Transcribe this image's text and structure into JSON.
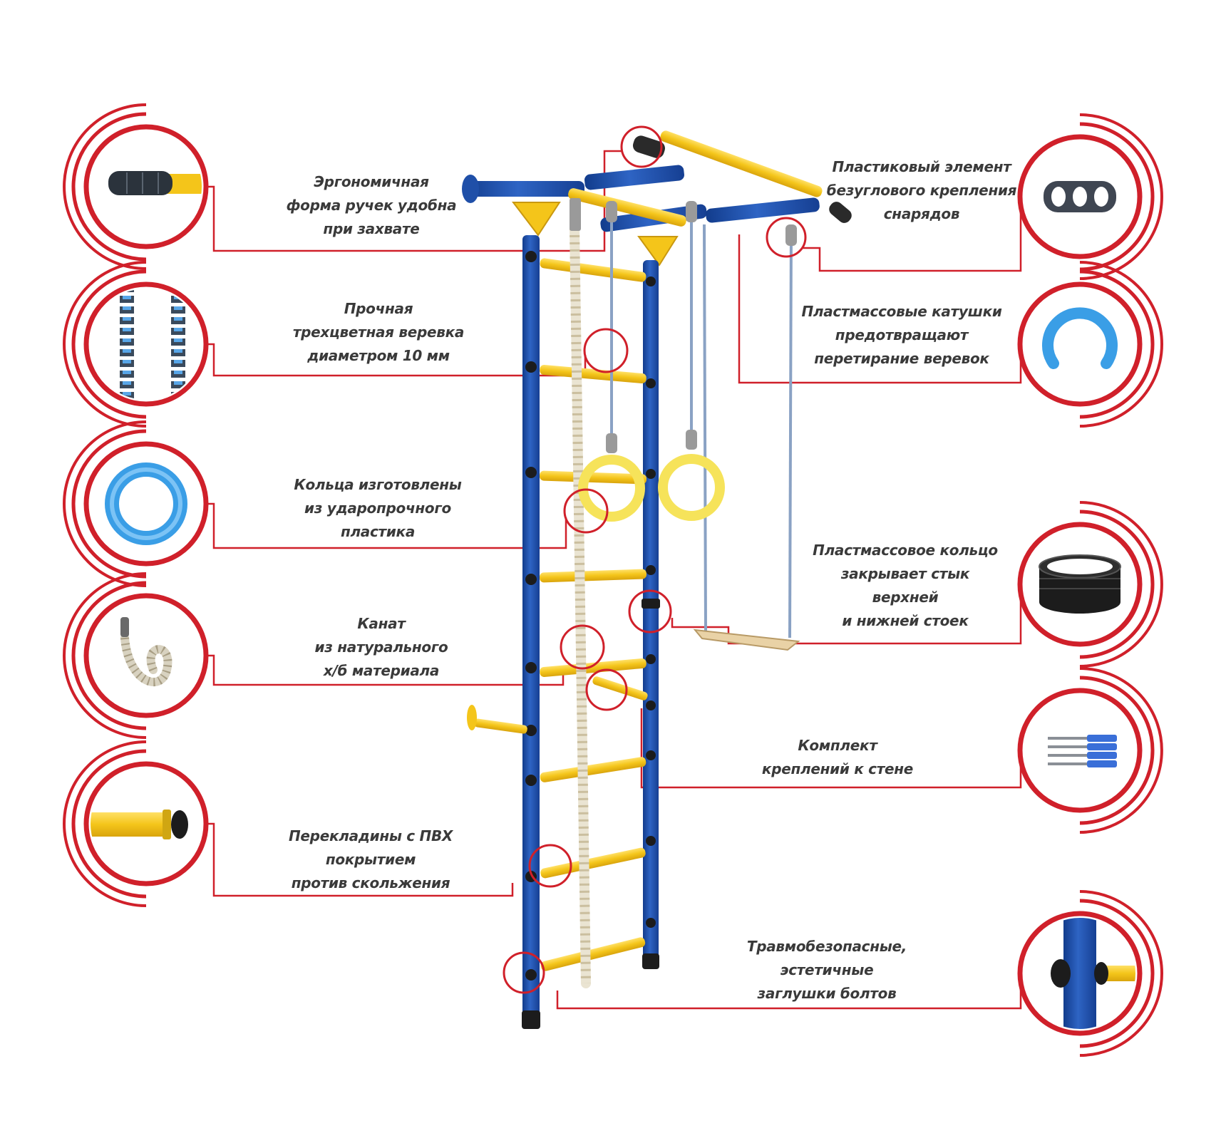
{
  "colors": {
    "accent_red": "#d0202a",
    "frame_blue": "#1f4fa8",
    "bar_yellow": "#f4c51a",
    "cap_black": "#1c1c1c",
    "text": "#3a3a3a"
  },
  "callouts": {
    "handles": {
      "lines": [
        "Эргономичная",
        "форма ручек удобна",
        "при захвате"
      ],
      "icon": "grip-handle-icon"
    },
    "rope_cord": {
      "lines": [
        "Прочная",
        "трехцветная веревка",
        "диаметром 10 мм"
      ],
      "icon": "braided-cord-icon"
    },
    "rings": {
      "lines": [
        "Кольца изготовлены",
        "из ударопрочного",
        "пластика"
      ],
      "icon": "plastic-ring-icon"
    },
    "climbing_rope": {
      "lines": [
        "Канат",
        "из натурального",
        "х/б материала"
      ],
      "icon": "cotton-rope-icon"
    },
    "rungs": {
      "lines": [
        "Перекладины с ПВХ",
        "покрытием",
        "против скольжения"
      ],
      "icon": "pvc-rung-icon"
    },
    "mount_element": {
      "lines": [
        "Пластиковый элемент",
        "безуглового крепления",
        "снарядов"
      ],
      "icon": "three-hole-plate-icon"
    },
    "spools": {
      "lines": [
        "Пластмассовые катушки",
        "предотвращают",
        "перетирание веревок"
      ],
      "icon": "spool-clip-icon"
    },
    "joint_ring": {
      "lines": [
        "Пластмассовое кольцо",
        "закрывает стык",
        "верхней",
        "и нижней стоек"
      ],
      "icon": "joint-sleeve-icon"
    },
    "wall_kit": {
      "lines": [
        "Комплект",
        "креплений к стене"
      ],
      "icon": "screws-and-dowels-icon"
    },
    "bolt_caps": {
      "lines": [
        "Травмобезопасные,",
        "эстетичные",
        "заглушки болтов"
      ],
      "icon": "bolt-cap-icon"
    }
  }
}
